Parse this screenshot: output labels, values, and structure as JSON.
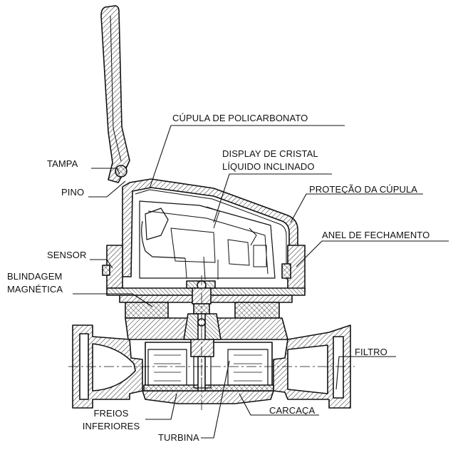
{
  "labels": {
    "cupula": "CÚPULA DE POLICARBONATO",
    "display_1": "DISPLAY DE CRISTAL",
    "display_2": "LÍQUIDO INCLINADO",
    "tampa": "TAMPA",
    "pino": "PINO",
    "protecao": "PROTEÇÃO DA CÚPULA",
    "anel": "ANEL DE FECHAMENTO",
    "sensor": "SENSOR",
    "blindagem_1": "BLINDAGEM",
    "blindagem_2": "MAGNÉTICA",
    "filtro": "FILTRO",
    "freios_1": "FREIOS",
    "freios_2": "INFERIORES",
    "carcaca": "CARCAÇA",
    "turbina": "TURBINA"
  },
  "colors": {
    "ink": "#111111",
    "hatch": "#333333",
    "paper": "#ffffff"
  }
}
